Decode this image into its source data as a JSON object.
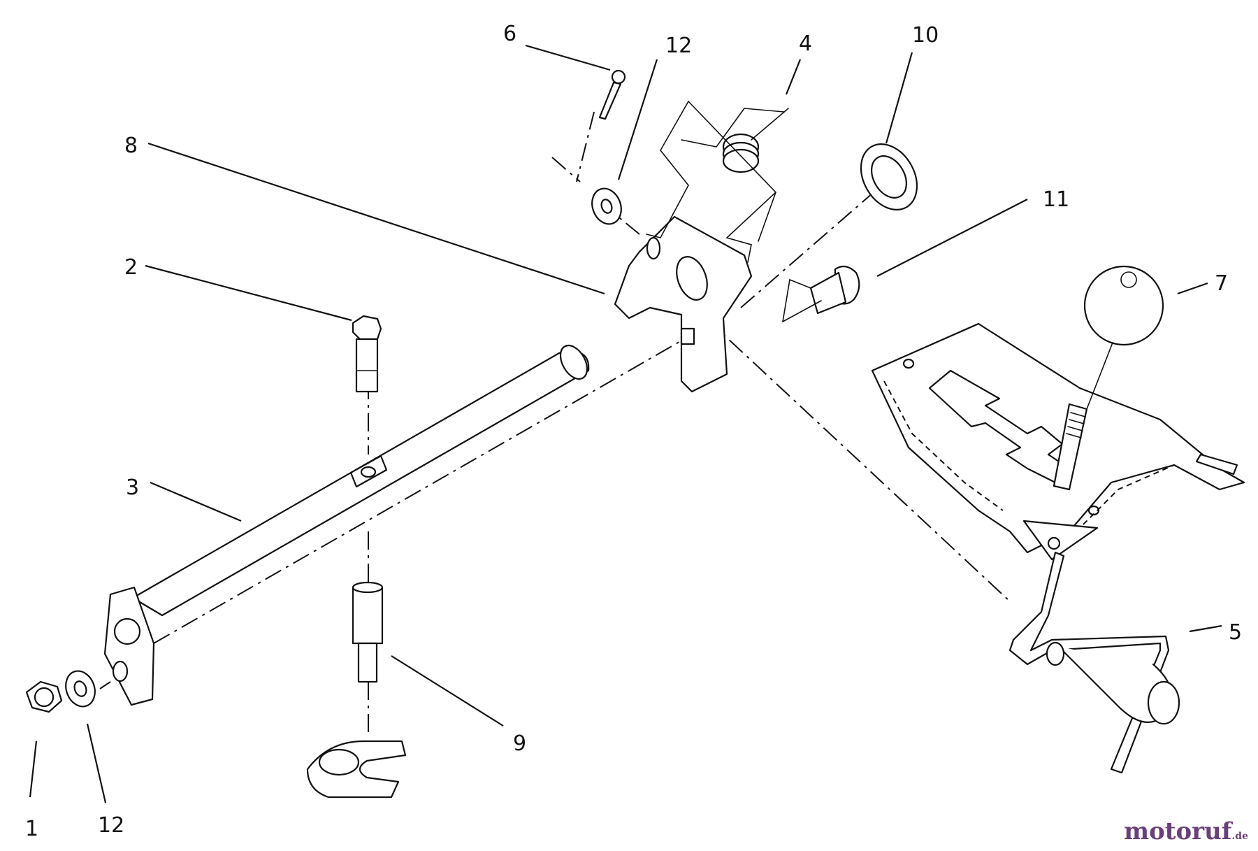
{
  "callouts": {
    "c1": "1",
    "c2": "2",
    "c3": "3",
    "c4": "4",
    "c5": "5",
    "c6": "6",
    "c7": "7",
    "c8": "8",
    "c9": "9",
    "c10": "10",
    "c11": "11",
    "c12a": "12",
    "c12b": "12"
  },
  "watermark": {
    "brand": "motoruf",
    "suffix": ".de"
  }
}
